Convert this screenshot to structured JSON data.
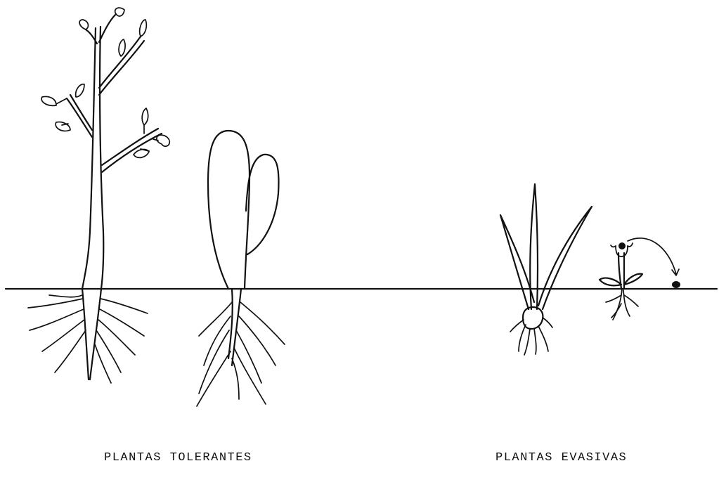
{
  "labels": {
    "tolerant": "PLANTAS TOLERANTES",
    "evasive": "PLANTAS EVASIVAS"
  },
  "icons": {
    "tall_plant": "woody-plant-with-deep-roots",
    "succulent_plant": "cactus-like-plant-with-roots",
    "grass_plant": "bulb-plant-with-grass-leaves",
    "seedling_plant": "seedling-dispersing-seed"
  },
  "colors": {
    "ink": "#111111",
    "background": "#ffffff"
  }
}
